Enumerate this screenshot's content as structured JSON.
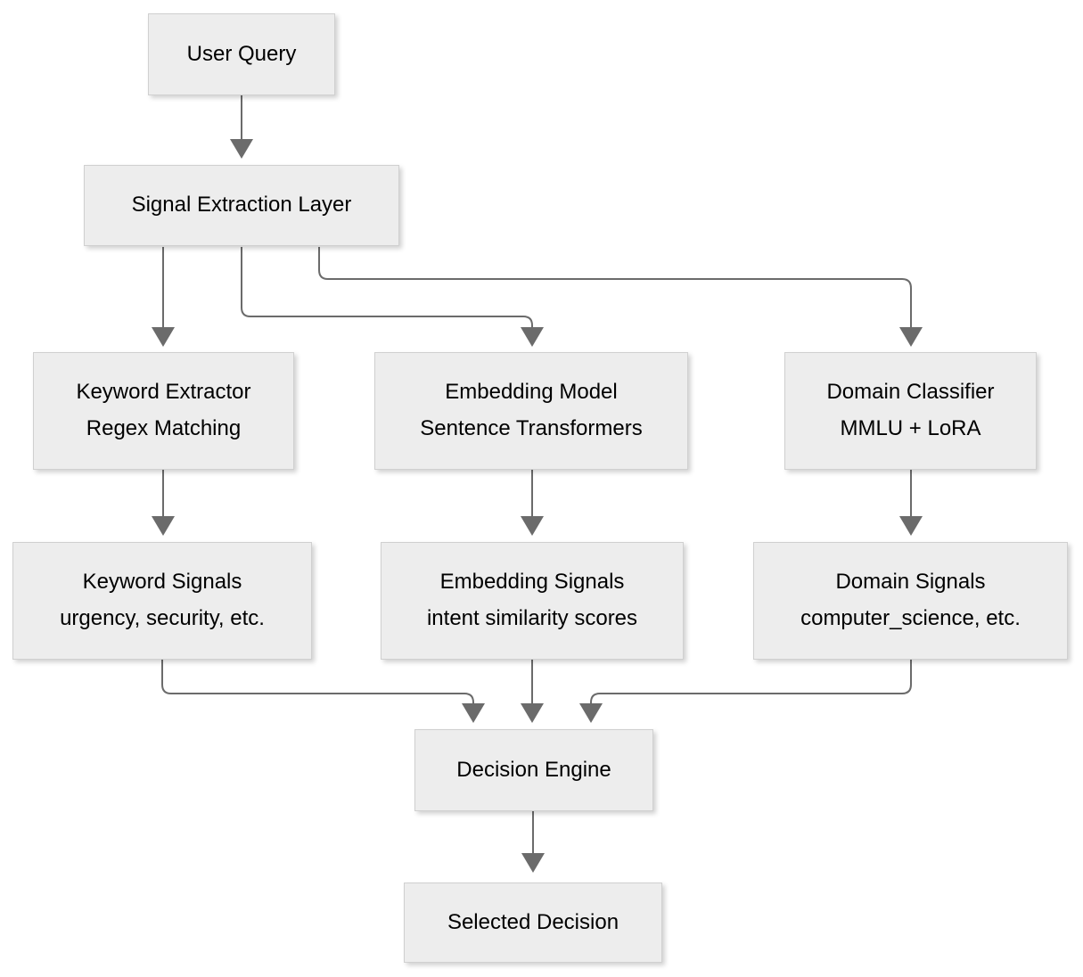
{
  "colors": {
    "node_fill": "#ededed",
    "node_border": "#d0d0d0",
    "arrow": "#6b6b6b",
    "text": "#000000"
  },
  "nodes": {
    "user_query": {
      "label": "User Query"
    },
    "signal_extraction": {
      "label": "Signal Extraction Layer"
    },
    "keyword_extractor": {
      "title": "Keyword Extractor",
      "subtitle": "Regex Matching"
    },
    "embedding_model": {
      "title": "Embedding Model",
      "subtitle": "Sentence Transformers"
    },
    "domain_classifier": {
      "title": "Domain Classifier",
      "subtitle": "MMLU + LoRA"
    },
    "keyword_signals": {
      "title": "Keyword Signals",
      "subtitle": "urgency, security, etc."
    },
    "embedding_signals": {
      "title": "Embedding Signals",
      "subtitle": "intent similarity scores"
    },
    "domain_signals": {
      "title": "Domain Signals",
      "subtitle": "computer_science, etc."
    },
    "decision_engine": {
      "label": "Decision Engine"
    },
    "selected_decision": {
      "label": "Selected Decision"
    }
  },
  "edges": [
    {
      "from": "user_query",
      "to": "signal_extraction"
    },
    {
      "from": "signal_extraction",
      "to": "keyword_extractor"
    },
    {
      "from": "signal_extraction",
      "to": "embedding_model"
    },
    {
      "from": "signal_extraction",
      "to": "domain_classifier"
    },
    {
      "from": "keyword_extractor",
      "to": "keyword_signals"
    },
    {
      "from": "embedding_model",
      "to": "embedding_signals"
    },
    {
      "from": "domain_classifier",
      "to": "domain_signals"
    },
    {
      "from": "keyword_signals",
      "to": "decision_engine"
    },
    {
      "from": "embedding_signals",
      "to": "decision_engine"
    },
    {
      "from": "domain_signals",
      "to": "decision_engine"
    },
    {
      "from": "decision_engine",
      "to": "selected_decision"
    }
  ]
}
